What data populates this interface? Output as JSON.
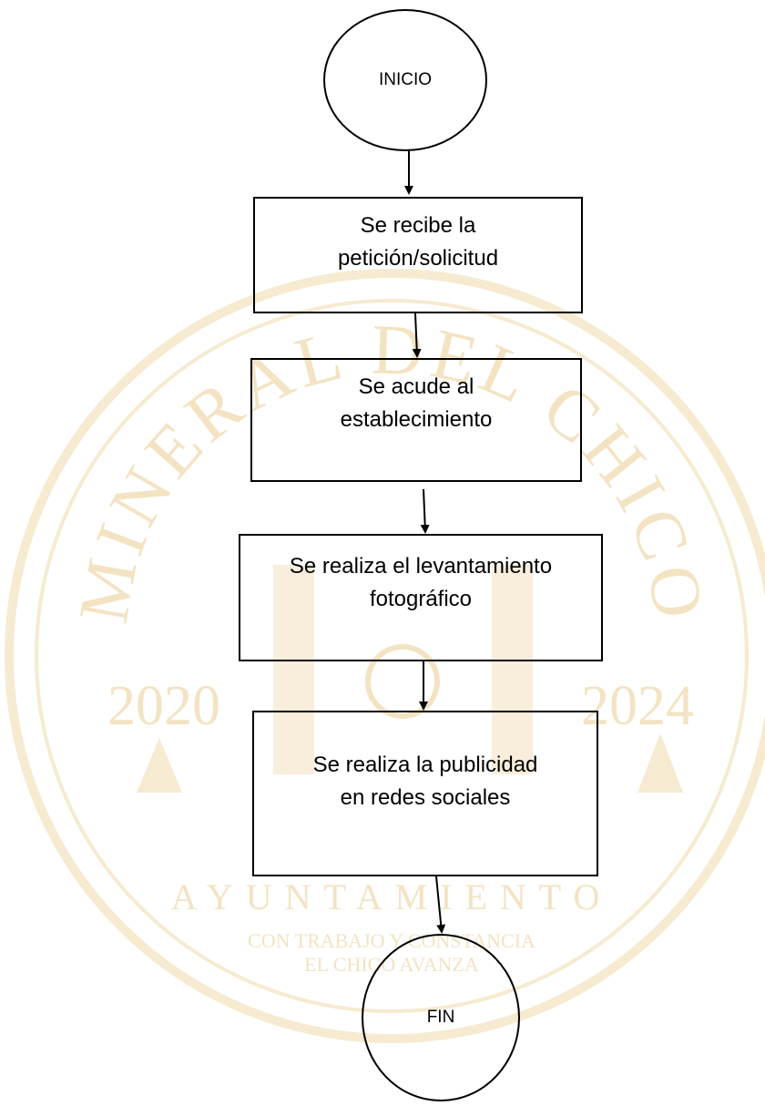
{
  "flowchart": {
    "start_label": "INICIO",
    "steps": [
      {
        "line1": "Se recibe la",
        "line2": "petición/solicitud"
      },
      {
        "line1": "Se acude al",
        "line2": "establecimiento"
      },
      {
        "line1": "Se realiza el levantamiento",
        "line2": "fotográfico"
      },
      {
        "line1": "Se realiza la publicidad",
        "line2": "en redes sociales"
      }
    ],
    "end_label": "FIN"
  },
  "watermark": {
    "top_text": "MINERAL DEL CHICO",
    "year_left": "2020",
    "year_right": "2024",
    "ayuntamiento": "AYUNTAMIENTO",
    "motto_line1": "CON TRABAJO Y CONSTANCIA",
    "motto_line2": "EL CHICO AVANZA",
    "color": "#f3e3c2"
  },
  "colors": {
    "line": "#000000",
    "text": "#000000"
  }
}
